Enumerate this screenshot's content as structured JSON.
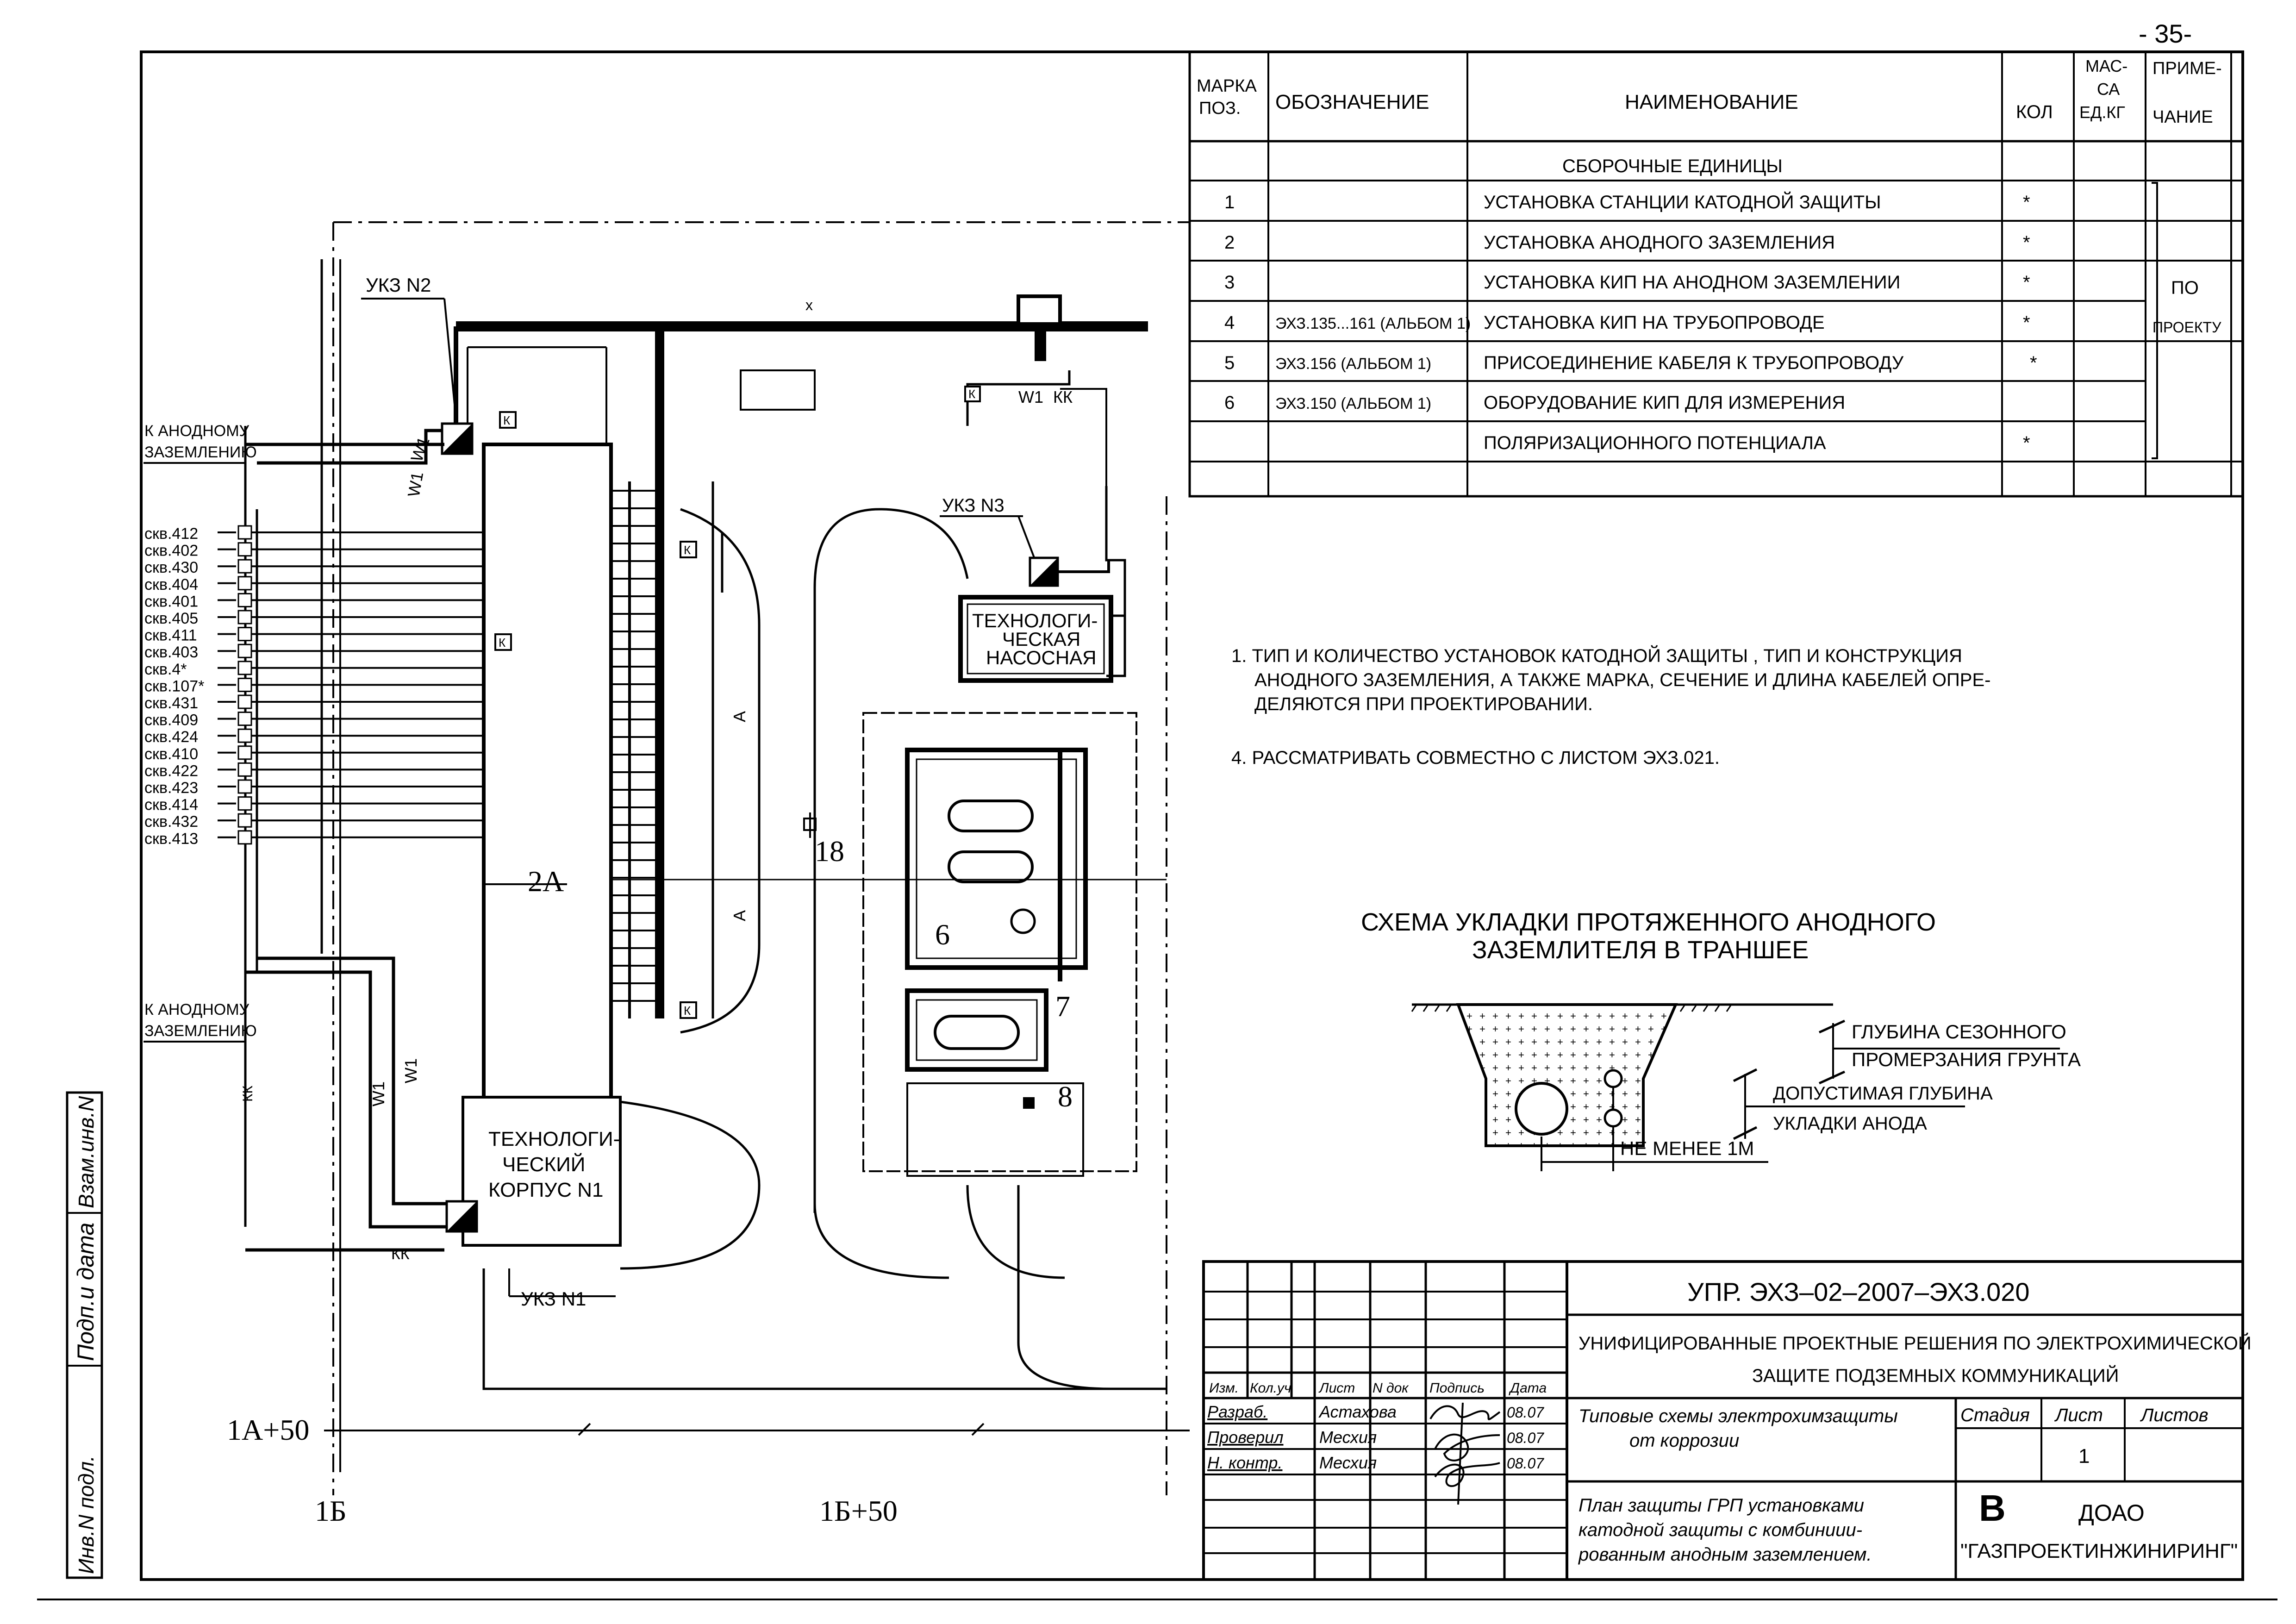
{
  "page_number": "- 35-",
  "spec_table": {
    "headers": {
      "mark": "МАРКА ПОЗ.",
      "designation": "ОБОЗНАЧЕНИЕ",
      "name": "НАИМЕНОВАНИЕ",
      "qty": "КОЛ",
      "mass": "МАС- СА ЕД.КГ",
      "note": "ПРИМЕ- ЧАНИЕ"
    },
    "section": "СБОРОЧНЫЕ ЕДИНИЦЫ",
    "rows": [
      {
        "pos": "1",
        "designation": "",
        "name": "УСТАНОВКА СТАНЦИИ КАТОДНОЙ ЗАЩИТЫ",
        "qty": "*"
      },
      {
        "pos": "2",
        "designation": "",
        "name": "УСТАНОВКА АНОДНОГО ЗАЗЕМЛЕНИЯ",
        "qty": "*"
      },
      {
        "pos": "3",
        "designation": "",
        "name": "УСТАНОВКА КИП НА АНОДНОМ ЗАЗЕМЛЕНИИ",
        "qty": "*"
      },
      {
        "pos": "4",
        "designation": "ЭХЗ.135...161 (АЛЬБОМ 1)",
        "name": "УСТАНОВКА КИП НА ТРУБОПРОВОДЕ",
        "qty": "*"
      },
      {
        "pos": "5",
        "designation": "ЭХЗ.156 (АЛЬБОМ 1)",
        "name": "ПРИСОЕДИНЕНИЕ КАБЕЛЯ К ТРУБОПРОВОДУ",
        "qty": "*"
      },
      {
        "pos": "6",
        "designation": "ЭХЗ.150 (АЛЬБОМ 1)",
        "name": "ОБОРУДОВАНИЕ КИП ДЛЯ ИЗМЕРЕНИЯ",
        "qty": ""
      },
      {
        "pos": "",
        "designation": "",
        "name": "ПОЛЯРИЗАЦИОННОГО ПОТЕНЦИАЛА",
        "qty": "*"
      }
    ],
    "note_line1": "ПО",
    "note_line2": "ПРОЕКТУ"
  },
  "notes": {
    "n1_line1": "1. ТИП И КОЛИЧЕСТВО УСТАНОВОК КАТОДНОЙ ЗАЩИТЫ , ТИП И КОНСТРУКЦИЯ",
    "n1_line2": "АНОДНОГО ЗАЗЕМЛЕНИЯ, А ТАКЖЕ МАРКА, СЕЧЕНИЕ И ДЛИНА КАБЕЛЕЙ ОПРЕ-",
    "n1_line3": "ДЕЛЯЮТСЯ ПРИ ПРОЕКТИРОВАНИИ.",
    "n4": "4. РАССМАТРИВАТЬ СОВМЕСТНО С ЛИСТОМ ЭХЗ.021."
  },
  "trench_scheme": {
    "title_line1": "СХЕМА УКЛАДКИ ПРОТЯЖЕННОГО АНОДНОГО",
    "title_line2": "ЗАЗЕМЛИТЕЛЯ В ТРАНШЕЕ",
    "freeze_line1": "ГЛУБИНА СЕЗОННОГО",
    "freeze_line2": "ПРОМЕРЗАНИЯ ГРУНТА",
    "anode_line1": "ДОПУСТИМАЯ ГЛУБИНА",
    "anode_line2": "УКЛАДКИ АНОДА",
    "min_dist": "НЕ МЕНЕЕ 1М"
  },
  "plan": {
    "ukz2": "УКЗ N2",
    "ukz3": "УКЗ N3",
    "ukz1": "УКЗ N1",
    "anode_top_line1": "К АНОДНОМУ",
    "anode_top_line2": "ЗАЗЕМЛЕНИЮ",
    "anode_bottom_line1": "К АНОДНОМУ",
    "anode_bottom_line2": "ЗАЗЕМЛЕНИЮ",
    "wells": [
      "скв.412",
      "скв.402",
      "скв.430",
      "скв.404",
      "скв.401",
      "скв.405",
      "скв.411",
      "скв.403",
      "скв.4*",
      "скв.107*",
      "скв.431",
      "скв.409",
      "скв.424",
      "скв.410",
      "скв.422",
      "скв.423",
      "скв.414",
      "скв.432",
      "скв.413"
    ],
    "corp1_line1": "ТЕХНОЛОГИ-",
    "corp1_line2": "ЧЕСКИЙ",
    "corp1_line3": "КОРПУС N1",
    "pump_line1": "ТЕХНОЛОГИ-",
    "pump_line2": "ЧЕСКАЯ",
    "pump_line3": "НАСОСНАЯ",
    "label_2a": "2А",
    "label_18": "18",
    "label_6": "6",
    "label_7": "7",
    "label_8": "8",
    "axis_1a50": "1А+50",
    "axis_1b": "1Б",
    "axis_1b50": "1Б+50",
    "w1": "W1",
    "kk": "КК",
    "k": "К",
    "a": "А",
    "x": "х"
  },
  "side_stamp": {
    "inv_podl": "Инв.N подл.",
    "podp_data": "Подп.и дата",
    "vzam_inv": "Взам.инв.N"
  },
  "title_block": {
    "code": "УПР. ЭХЗ–02–2007–ЭХЗ.020",
    "project_line1": "УНИФИЦИРОВАННЫЕ ПРОЕКТНЫЕ РЕШЕНИЯ ПО ЭЛЕКТРОХИМИЧЕСКОЙ",
    "project_line2": "ЗАЩИТЕ ПОДЗЕМНЫХ КОММУНИКАЦИЙ",
    "col_izm": "Изм.",
    "col_koluch": "Кол.уч",
    "col_list": "Лист",
    "col_ndok": "N док",
    "col_podpis": "Подпись",
    "col_data": "Дата",
    "role1": "Разраб.",
    "name1": "Астахова",
    "date1": "08.07",
    "role2": "Проверил",
    "name2": "Месхия",
    "date2": "08.07",
    "role3": "Н. контр.",
    "name3": "Месхия",
    "date3": "08.07",
    "doc_line1": "Типовые схемы электрохимзащиты",
    "doc_line2": "от коррозии",
    "stage_label": "Стадия",
    "sheet_label": "Лист",
    "sheets_label": "Листов",
    "sheet_value": "1",
    "plan_line1": "План защиты ГРП установками",
    "plan_line2": "катодной защиты с комбиниии-",
    "plan_line3": "рованным анодным заземлением.",
    "org_line1": "ДОАО",
    "org_line2": "\"ГАЗПРОЕКТИНЖИНИРИНГ\"",
    "logo_letter": "B"
  }
}
